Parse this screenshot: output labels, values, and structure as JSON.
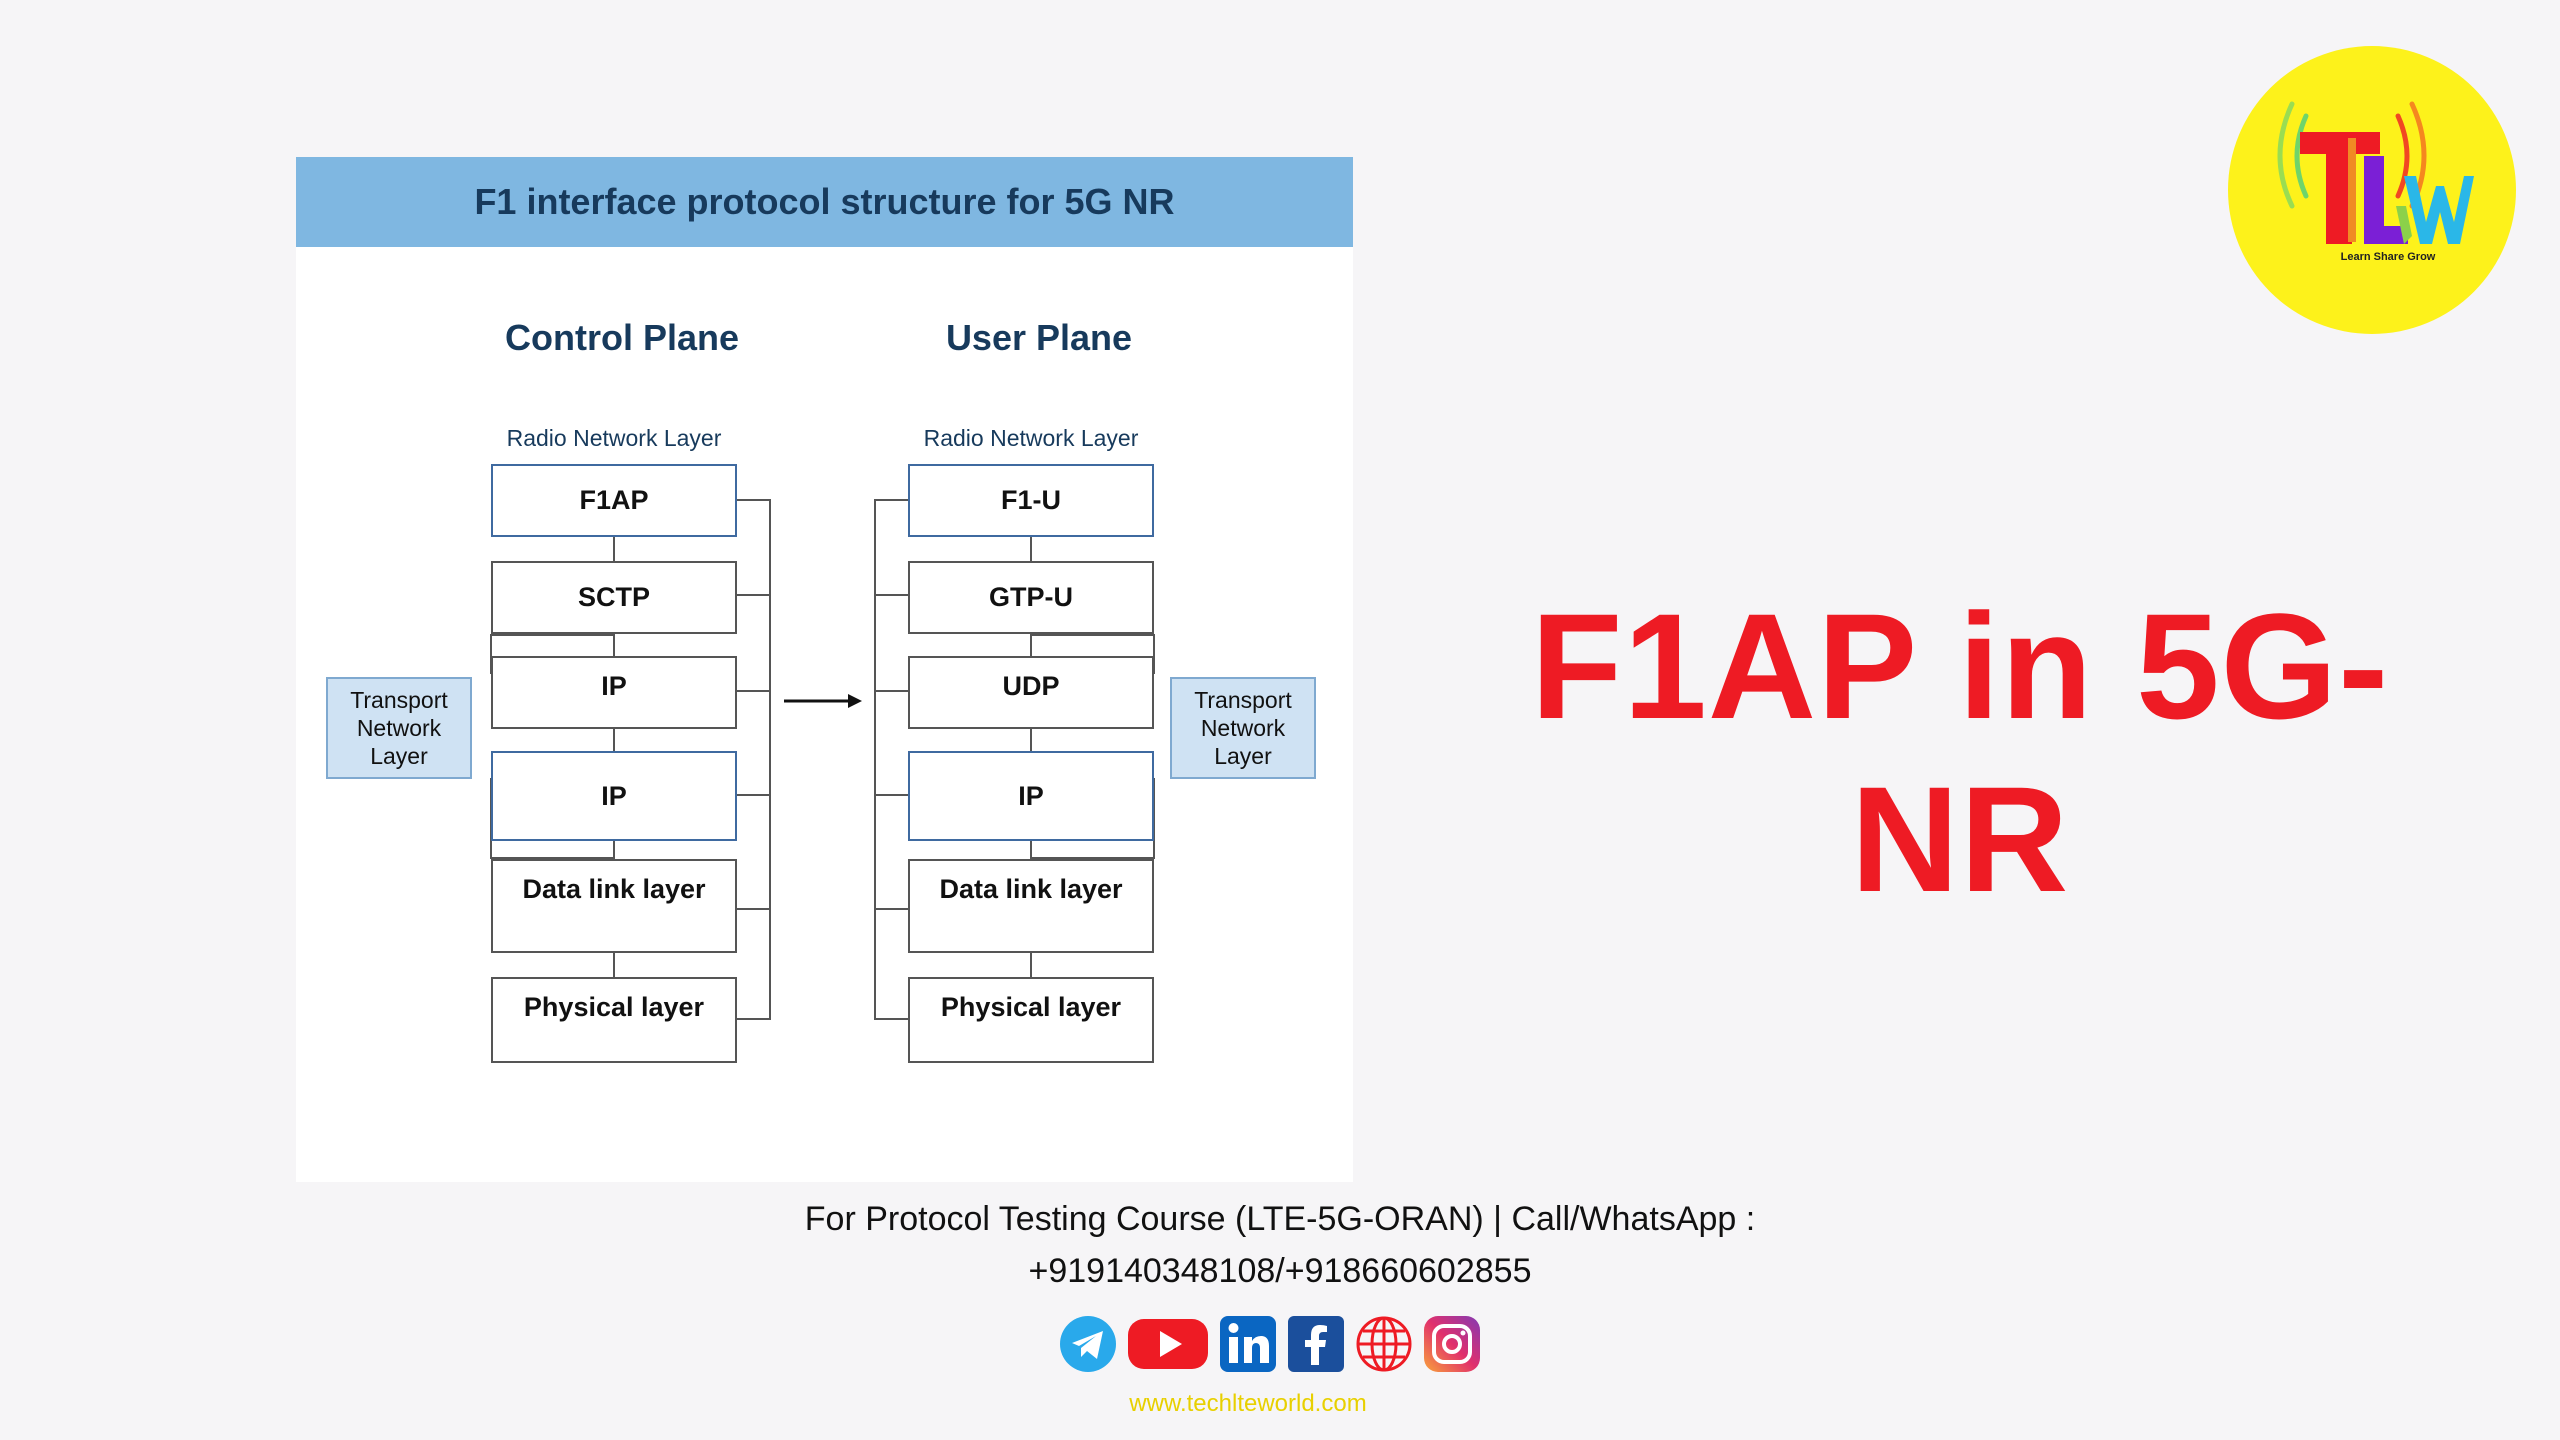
{
  "diagram": {
    "title": "F1 interface protocol structure for 5G NR",
    "control_plane": {
      "title": "Control Plane",
      "radio_network_layer_label": "Radio Network Layer",
      "layers": [
        "F1AP",
        "SCTP",
        "IP",
        "IP",
        "Data link layer",
        "Physical layer"
      ],
      "transport_network_layer_label": [
        "Transport",
        "Network",
        "Layer"
      ]
    },
    "user_plane": {
      "title": "User Plane",
      "radio_network_layer_label": "Radio Network Layer",
      "layers": [
        "F1-U",
        "GTP-U",
        "UDP",
        "IP",
        "Data link layer",
        "Physical layer"
      ],
      "transport_network_layer_label": [
        "Transport",
        "Network",
        "Layer"
      ]
    }
  },
  "headline": "F1AP in 5G-NR",
  "footer": {
    "line1": "For Protocol Testing Course (LTE-5G-ORAN) | Call/WhatsApp :",
    "line2": "+919140348108/+918660602855",
    "website": "www.techlteworld.com"
  },
  "social_icons": [
    "telegram-icon",
    "youtube-icon",
    "linkedin-icon",
    "facebook-icon",
    "globe-icon",
    "instagram-icon"
  ],
  "logo": {
    "tagline": "Learn Share Grow"
  },
  "colors": {
    "headline": "#ee1b24",
    "header_band": "#7fb7e1",
    "title_text": "#173a5c",
    "tnl_fill": "#cfe2f3",
    "logo_bg": "#fdf21b",
    "website": "#e8d000"
  }
}
